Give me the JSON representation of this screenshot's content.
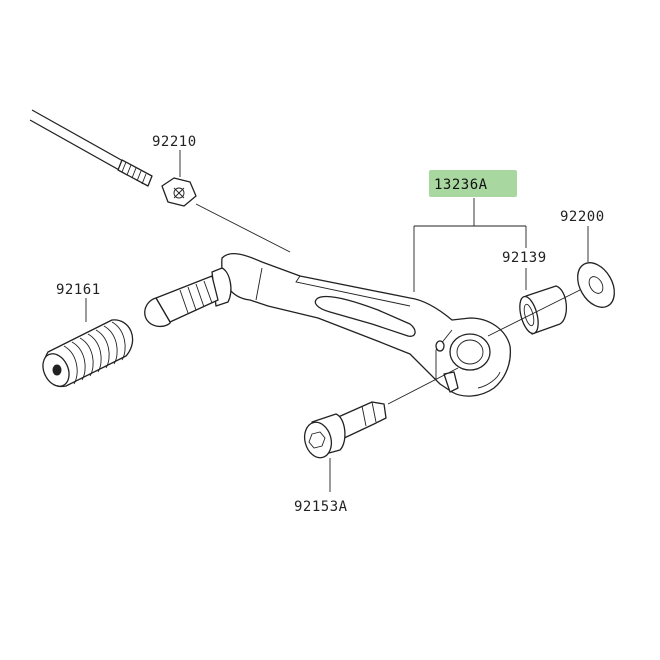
{
  "diagram": {
    "highlight_color": "#a8d8a0",
    "parts": [
      {
        "id": "p1",
        "label": "92210"
      },
      {
        "id": "p2",
        "label": "13236A",
        "highlighted": true
      },
      {
        "id": "p3",
        "label": "92200"
      },
      {
        "id": "p4",
        "label": "92139"
      },
      {
        "id": "p5",
        "label": "92161"
      },
      {
        "id": "p6",
        "label": "92153A"
      }
    ]
  }
}
